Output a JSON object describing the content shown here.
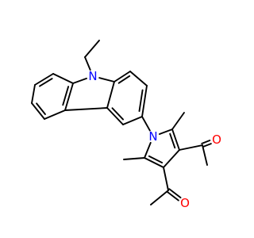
{
  "colors": {
    "bond": "#000000",
    "nitrogen": "#0000ff",
    "oxygen": "#ff0000",
    "background": "#ffffff"
  },
  "molecule": {
    "atoms": [
      {
        "id": "ethyl_ch3",
        "element": "C"
      },
      {
        "id": "ethyl_ch2",
        "element": "C"
      },
      {
        "id": "carbazole_n",
        "element": "N",
        "label": "N"
      },
      {
        "id": "left_c9a",
        "element": "C"
      },
      {
        "id": "left_c8",
        "element": "C"
      },
      {
        "id": "left_c7",
        "element": "C"
      },
      {
        "id": "left_c6",
        "element": "C"
      },
      {
        "id": "left_c5",
        "element": "C"
      },
      {
        "id": "left_c4b",
        "element": "C"
      },
      {
        "id": "right_c8a",
        "element": "C"
      },
      {
        "id": "right_c1",
        "element": "C"
      },
      {
        "id": "right_c2",
        "element": "C"
      },
      {
        "id": "right_c3",
        "element": "C"
      },
      {
        "id": "right_c4",
        "element": "C"
      },
      {
        "id": "right_c4a",
        "element": "C"
      },
      {
        "id": "pyrrole_n",
        "element": "N",
        "label": "N"
      },
      {
        "id": "pyrrole_c2",
        "element": "C"
      },
      {
        "id": "pyrrole_c3",
        "element": "C"
      },
      {
        "id": "pyrrole_c4",
        "element": "C"
      },
      {
        "id": "pyrrole_c5",
        "element": "C"
      },
      {
        "id": "methyl_top",
        "element": "C"
      },
      {
        "id": "methyl_left",
        "element": "C"
      },
      {
        "id": "acetyl_top_c",
        "element": "C"
      },
      {
        "id": "acetyl_top_o",
        "element": "O",
        "label": "O"
      },
      {
        "id": "acetyl_top_me",
        "element": "C"
      },
      {
        "id": "acetyl_bottom_c",
        "element": "C"
      },
      {
        "id": "acetyl_bottom_o",
        "element": "O",
        "label": "O"
      },
      {
        "id": "acetyl_bottom_me",
        "element": "C"
      }
    ],
    "bonds": [
      {
        "a": "ethyl_ch3",
        "b": "ethyl_ch2",
        "order": 1
      },
      {
        "a": "ethyl_ch2",
        "b": "carbazole_n",
        "order": 1
      },
      {
        "a": "carbazole_n",
        "b": "left_c9a",
        "order": 1
      },
      {
        "a": "carbazole_n",
        "b": "right_c8a",
        "order": 1
      },
      {
        "a": "left_c9a",
        "b": "left_c8",
        "order": 1
      },
      {
        "a": "left_c8",
        "b": "left_c7",
        "order": 2
      },
      {
        "a": "left_c7",
        "b": "left_c6",
        "order": 1
      },
      {
        "a": "left_c6",
        "b": "left_c5",
        "order": 2
      },
      {
        "a": "left_c5",
        "b": "left_c4b",
        "order": 1
      },
      {
        "a": "left_c4b",
        "b": "left_c9a",
        "order": 2
      },
      {
        "a": "left_c4b",
        "b": "right_c4a",
        "order": 1
      },
      {
        "a": "right_c8a",
        "b": "right_c1",
        "order": 2
      },
      {
        "a": "right_c1",
        "b": "right_c2",
        "order": 1
      },
      {
        "a": "right_c2",
        "b": "right_c3",
        "order": 2
      },
      {
        "a": "right_c3",
        "b": "right_c4",
        "order": 1
      },
      {
        "a": "right_c4",
        "b": "right_c4a",
        "order": 2
      },
      {
        "a": "right_c4a",
        "b": "right_c8a",
        "order": 1
      },
      {
        "a": "right_c3",
        "b": "pyrrole_n",
        "order": 1
      },
      {
        "a": "pyrrole_n",
        "b": "pyrrole_c2",
        "order": 1
      },
      {
        "a": "pyrrole_c2",
        "b": "pyrrole_c3",
        "order": 2
      },
      {
        "a": "pyrrole_c3",
        "b": "pyrrole_c4",
        "order": 1
      },
      {
        "a": "pyrrole_c4",
        "b": "pyrrole_c5",
        "order": 2
      },
      {
        "a": "pyrrole_c5",
        "b": "pyrrole_n",
        "order": 1
      },
      {
        "a": "pyrrole_c2",
        "b": "methyl_top",
        "order": 1
      },
      {
        "a": "pyrrole_c5",
        "b": "methyl_left",
        "order": 1
      },
      {
        "a": "pyrrole_c3",
        "b": "acetyl_top_c",
        "order": 1
      },
      {
        "a": "acetyl_top_c",
        "b": "acetyl_top_o",
        "order": 2
      },
      {
        "a": "acetyl_top_c",
        "b": "acetyl_top_me",
        "order": 1
      },
      {
        "a": "pyrrole_c4",
        "b": "acetyl_bottom_c",
        "order": 1
      },
      {
        "a": "acetyl_bottom_c",
        "b": "acetyl_bottom_o",
        "order": 2
      },
      {
        "a": "acetyl_bottom_c",
        "b": "acetyl_bottom_me",
        "order": 1
      }
    ]
  }
}
